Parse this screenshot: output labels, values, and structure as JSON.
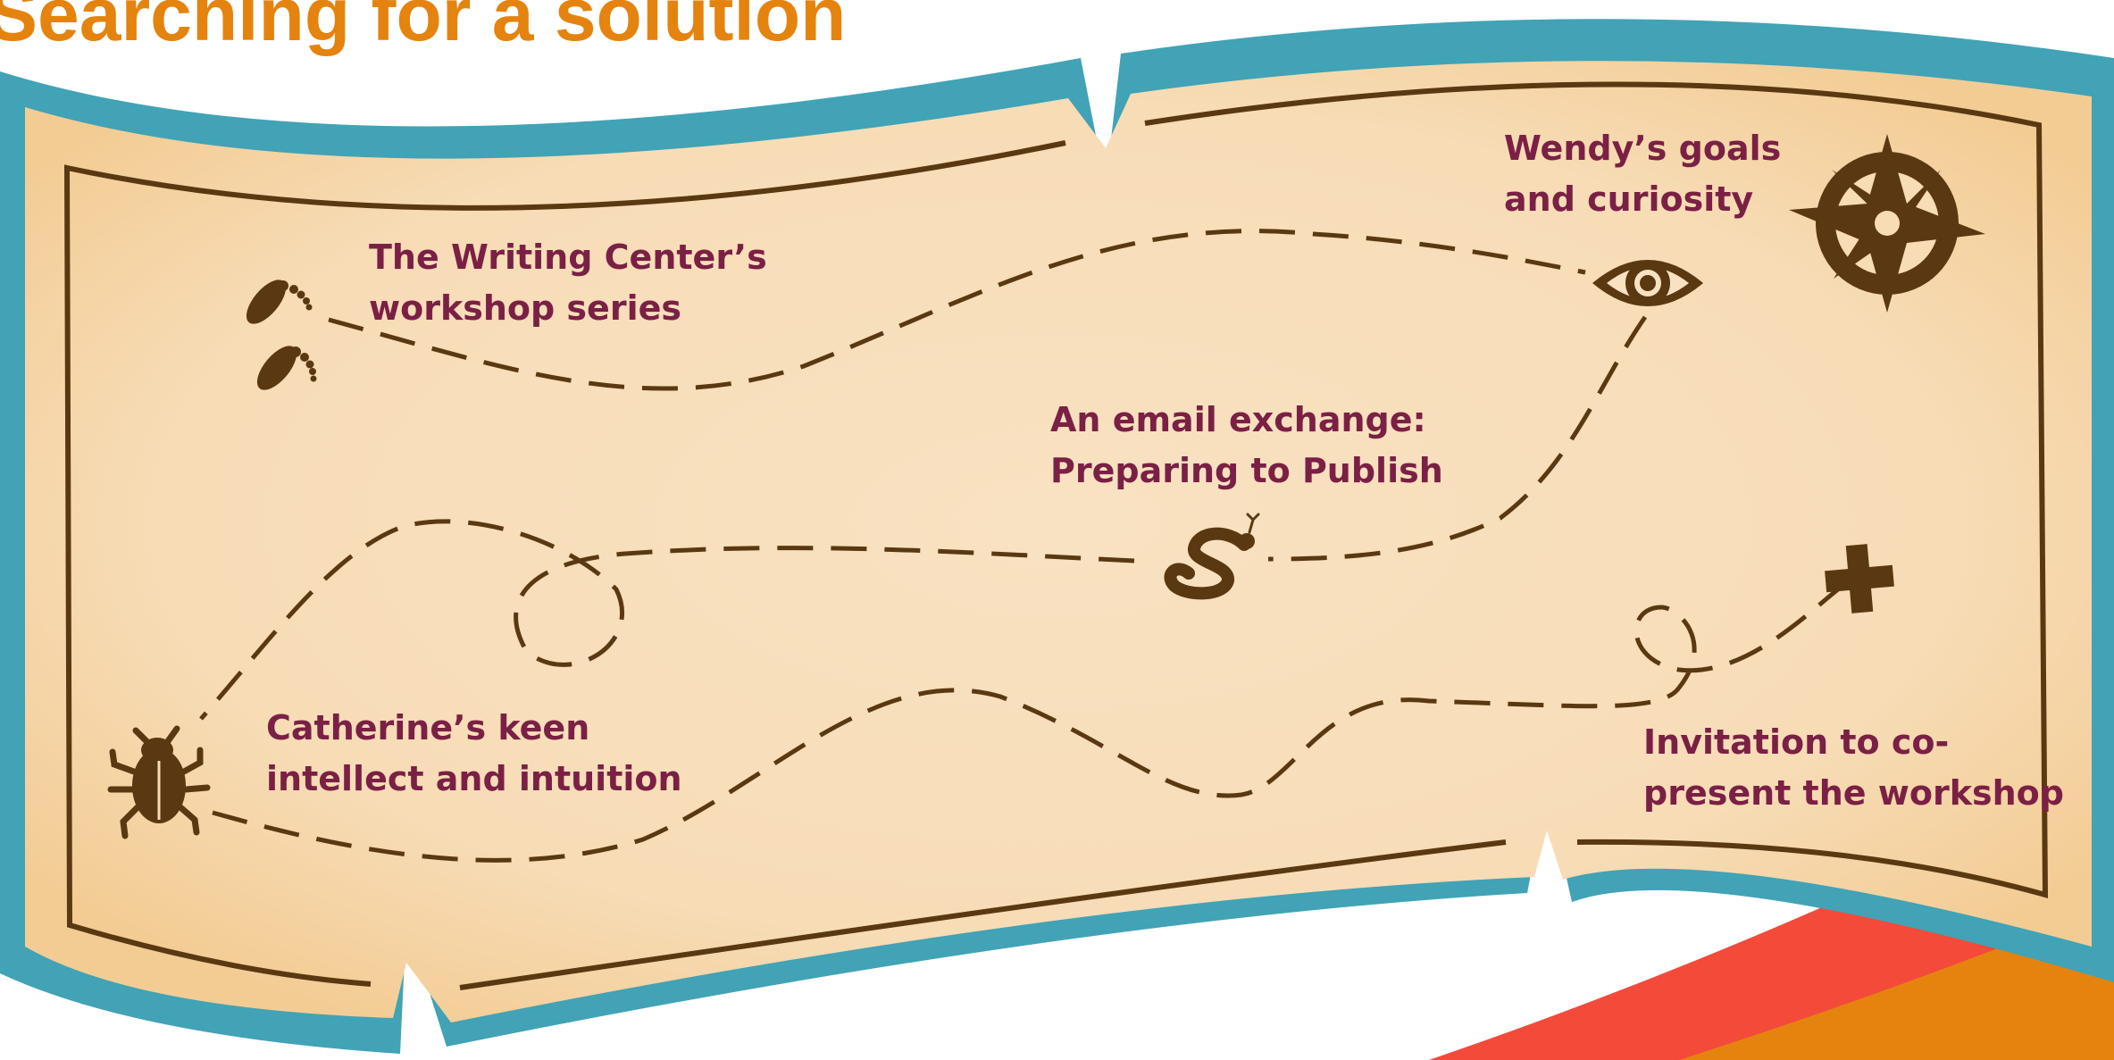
{
  "title": "Searching for a solution",
  "colors": {
    "title": "#e5830f",
    "label": "#7b2045",
    "parchment_light": "#f9e2c2",
    "parchment_dark": "#f3cc94",
    "frame": "#41a3b5",
    "ink": "#5a3912",
    "corner_red": "#f44a3a",
    "corner_orange": "#e5830f"
  },
  "nodes": [
    {
      "id": "workshop-series",
      "icon": "footprints-icon",
      "lines": [
        "The Writing Center’s",
        "workshop series"
      ]
    },
    {
      "id": "goals-curiosity",
      "icon": "eye-icon",
      "lines": [
        "Wendy’s goals",
        "and curiosity"
      ]
    },
    {
      "id": "email-exchange",
      "icon": "snake-icon",
      "lines": [
        "An email exchange:",
        "Preparing to Publish"
      ]
    },
    {
      "id": "keen-intellect",
      "icon": "bug-icon",
      "lines": [
        "Catherine’s keen",
        "intellect and intuition"
      ]
    },
    {
      "id": "co-present-invitation",
      "icon": "x-mark-icon",
      "lines": [
        "Invitation to co-",
        "present the workshop"
      ]
    }
  ],
  "decorations": [
    "compass-icon"
  ]
}
